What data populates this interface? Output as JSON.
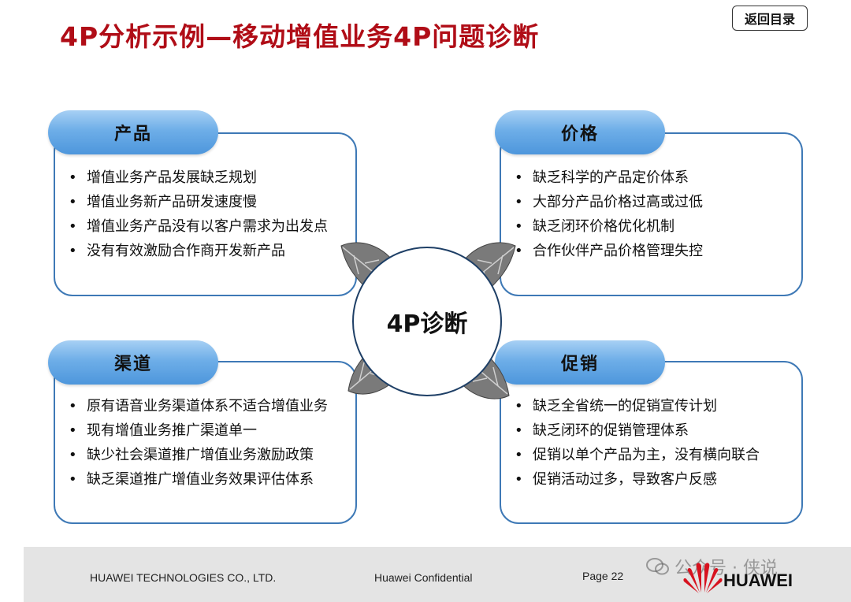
{
  "title": "4P分析示例—移动增值业务4P问题诊断",
  "return_button": "返回目录",
  "center": "4P诊断",
  "quadrants": {
    "product": {
      "label": "产品",
      "items": [
        "增值业务产品发展缺乏规划",
        "增值业务新产品研发速度慢",
        "增值业务产品没有以客户需求为出发点",
        "没有有效激励合作商开发新产品"
      ]
    },
    "price": {
      "label": "价格",
      "items": [
        "缺乏科学的产品定价体系",
        "大部分产品价格过高或过低",
        "缺乏闭环价格优化机制",
        "合作伙伴产品价格管理失控"
      ]
    },
    "channel": {
      "label": "渠道",
      "items": [
        "原有语音业务渠道体系不适合增值业务",
        "现有增值业务推广渠道单一",
        "缺少社会渠道推广增值业务激励政策",
        "缺乏渠道推广增值业务效果评估体系"
      ]
    },
    "promotion": {
      "label": "促销",
      "items": [
        "缺乏全省统一的促销宣传计划",
        "缺乏闭环的促销管理体系",
        "促销以单个产品为主，没有横向联合",
        "促销活动过多，导致客户反感"
      ]
    }
  },
  "footer": {
    "company": "HUAWEI TECHNOLOGIES CO., LTD.",
    "confidential": "Huawei Confidential",
    "page": "Page 22",
    "logo_text": "HUAWEI"
  },
  "watermark": "公众号 · 侠说",
  "colors": {
    "title": "#b00d17",
    "box_border": "#3e79b6",
    "pill": "#6eaee8",
    "circle_border": "#1e3f66",
    "footer_bg": "#e4e4e4",
    "logo_red": "#d7121f"
  }
}
